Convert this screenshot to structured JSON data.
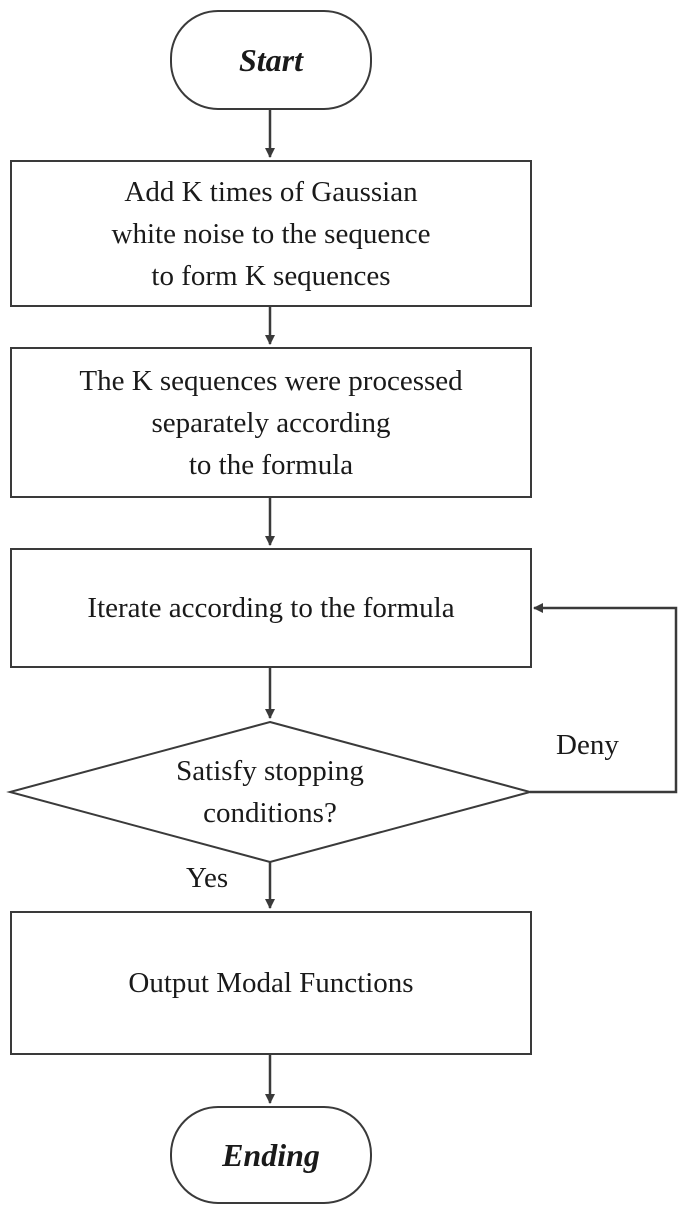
{
  "flowchart": {
    "start": "Start",
    "step1": "Add K times of Gaussian\nwhite noise to the sequence\nto form K sequences",
    "step2": "The K sequences were processed\nseparately according\nto the formula",
    "step3": "Iterate according to the formula",
    "decision": "Satisfy stopping\nconditions?",
    "yes_label": "Yes",
    "deny_label": "Deny",
    "step4": "Output Modal Functions",
    "end": "Ending"
  },
  "colors": {
    "stroke": "#3a3a3a",
    "background": "#ffffff",
    "text": "#1a1a1a"
  }
}
